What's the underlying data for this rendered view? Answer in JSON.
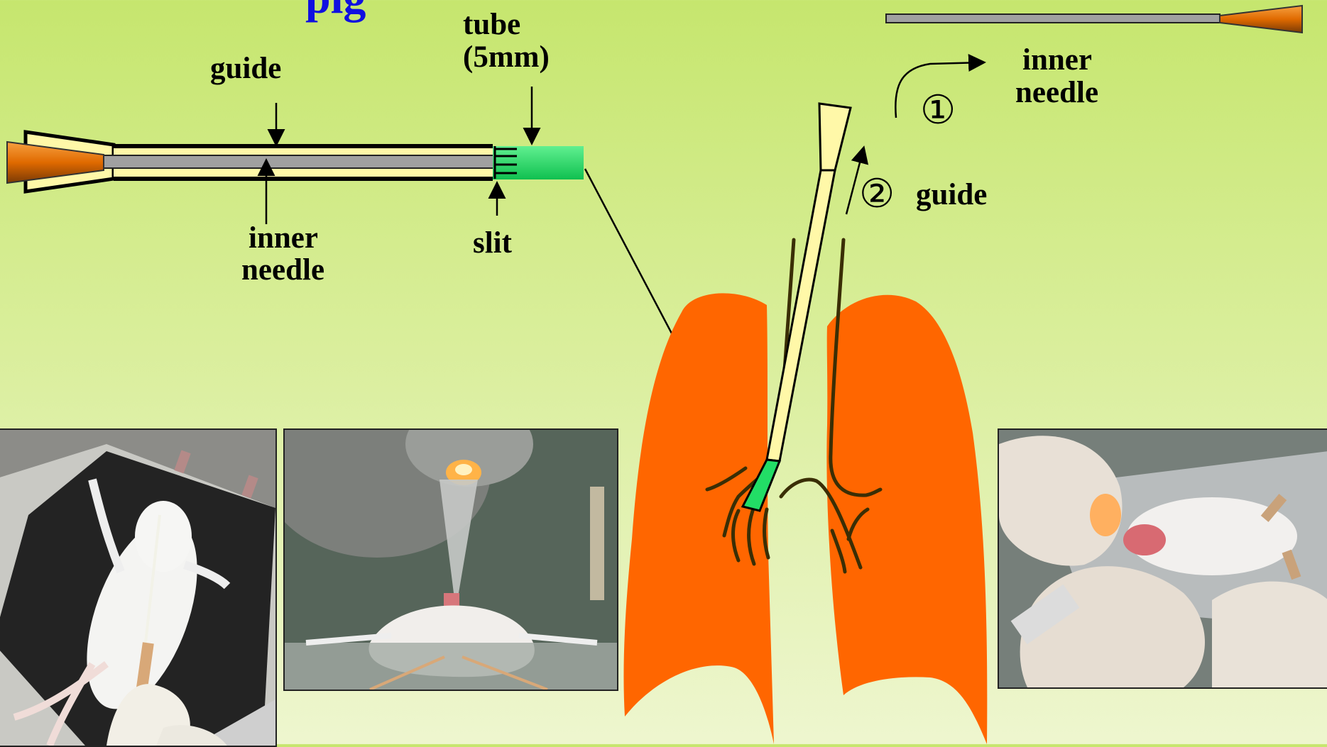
{
  "title_fragment": "pig",
  "labels": {
    "guide_top": "guide",
    "tube_line1": "tube",
    "tube_line2": "(5mm)",
    "inner_needle_line1": "inner",
    "inner_needle_line2": "needle",
    "slit": "slit",
    "inner_needle_right_line1": "inner",
    "inner_needle_right_line2": "needle",
    "step1": "①",
    "step2": "②",
    "guide_right": "guide"
  },
  "colors": {
    "lung": "#ff6600",
    "tube_green": "#22dd66",
    "needle_hub": "#e87a10",
    "guide_body": "#fff8a8",
    "needle_grey": "#a0a0a0"
  },
  "photos": [
    {
      "name": "photo-mouse-on-board"
    },
    {
      "name": "photo-intubation-light"
    },
    {
      "name": "photo-intubation-hands"
    }
  ]
}
